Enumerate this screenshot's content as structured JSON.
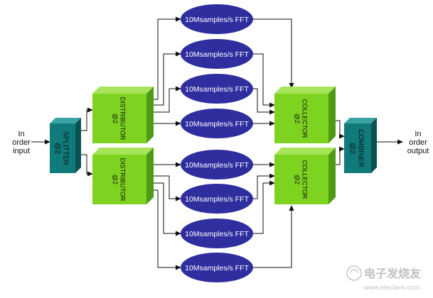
{
  "diagram": {
    "input_label": [
      "In",
      "order",
      "input"
    ],
    "output_label": [
      "In",
      "order",
      "output"
    ],
    "splitter": {
      "label": "SPLITTER",
      "rate": "@2"
    },
    "distributors": [
      {
        "label": "DISTRIBUTOR",
        "rate": "@2"
      },
      {
        "label": "DISTRIBUTOR",
        "rate": "@2"
      }
    ],
    "collectors": [
      {
        "label": "COLLECTOR",
        "rate": "@2"
      },
      {
        "label": "COLLECTOR",
        "rate": "@2"
      }
    ],
    "combiner": {
      "label": "COMBINER",
      "rate": "@2"
    },
    "fft_blocks": [
      "10Msamples/s FFT",
      "10Msamples/s FFT",
      "10Msamples/s FFT",
      "10Msamples/s FFT",
      "10Msamples/s FFT",
      "10Msamples/s FFT",
      "10Msamples/s FFT",
      "10Msamples/s FFT"
    ]
  },
  "watermark": {
    "brand": "电子发烧友",
    "url": "www.elecfans.com"
  },
  "colors": {
    "green_face": "#7ed321",
    "green_dark": "#4c9a16",
    "green_light": "#a8e45a",
    "teal_face": "#0f7b7b",
    "teal_dark": "#0a5252",
    "teal_light": "#3aa3a3",
    "fft_fill": "#2e2e9e",
    "line": "#111111"
  }
}
